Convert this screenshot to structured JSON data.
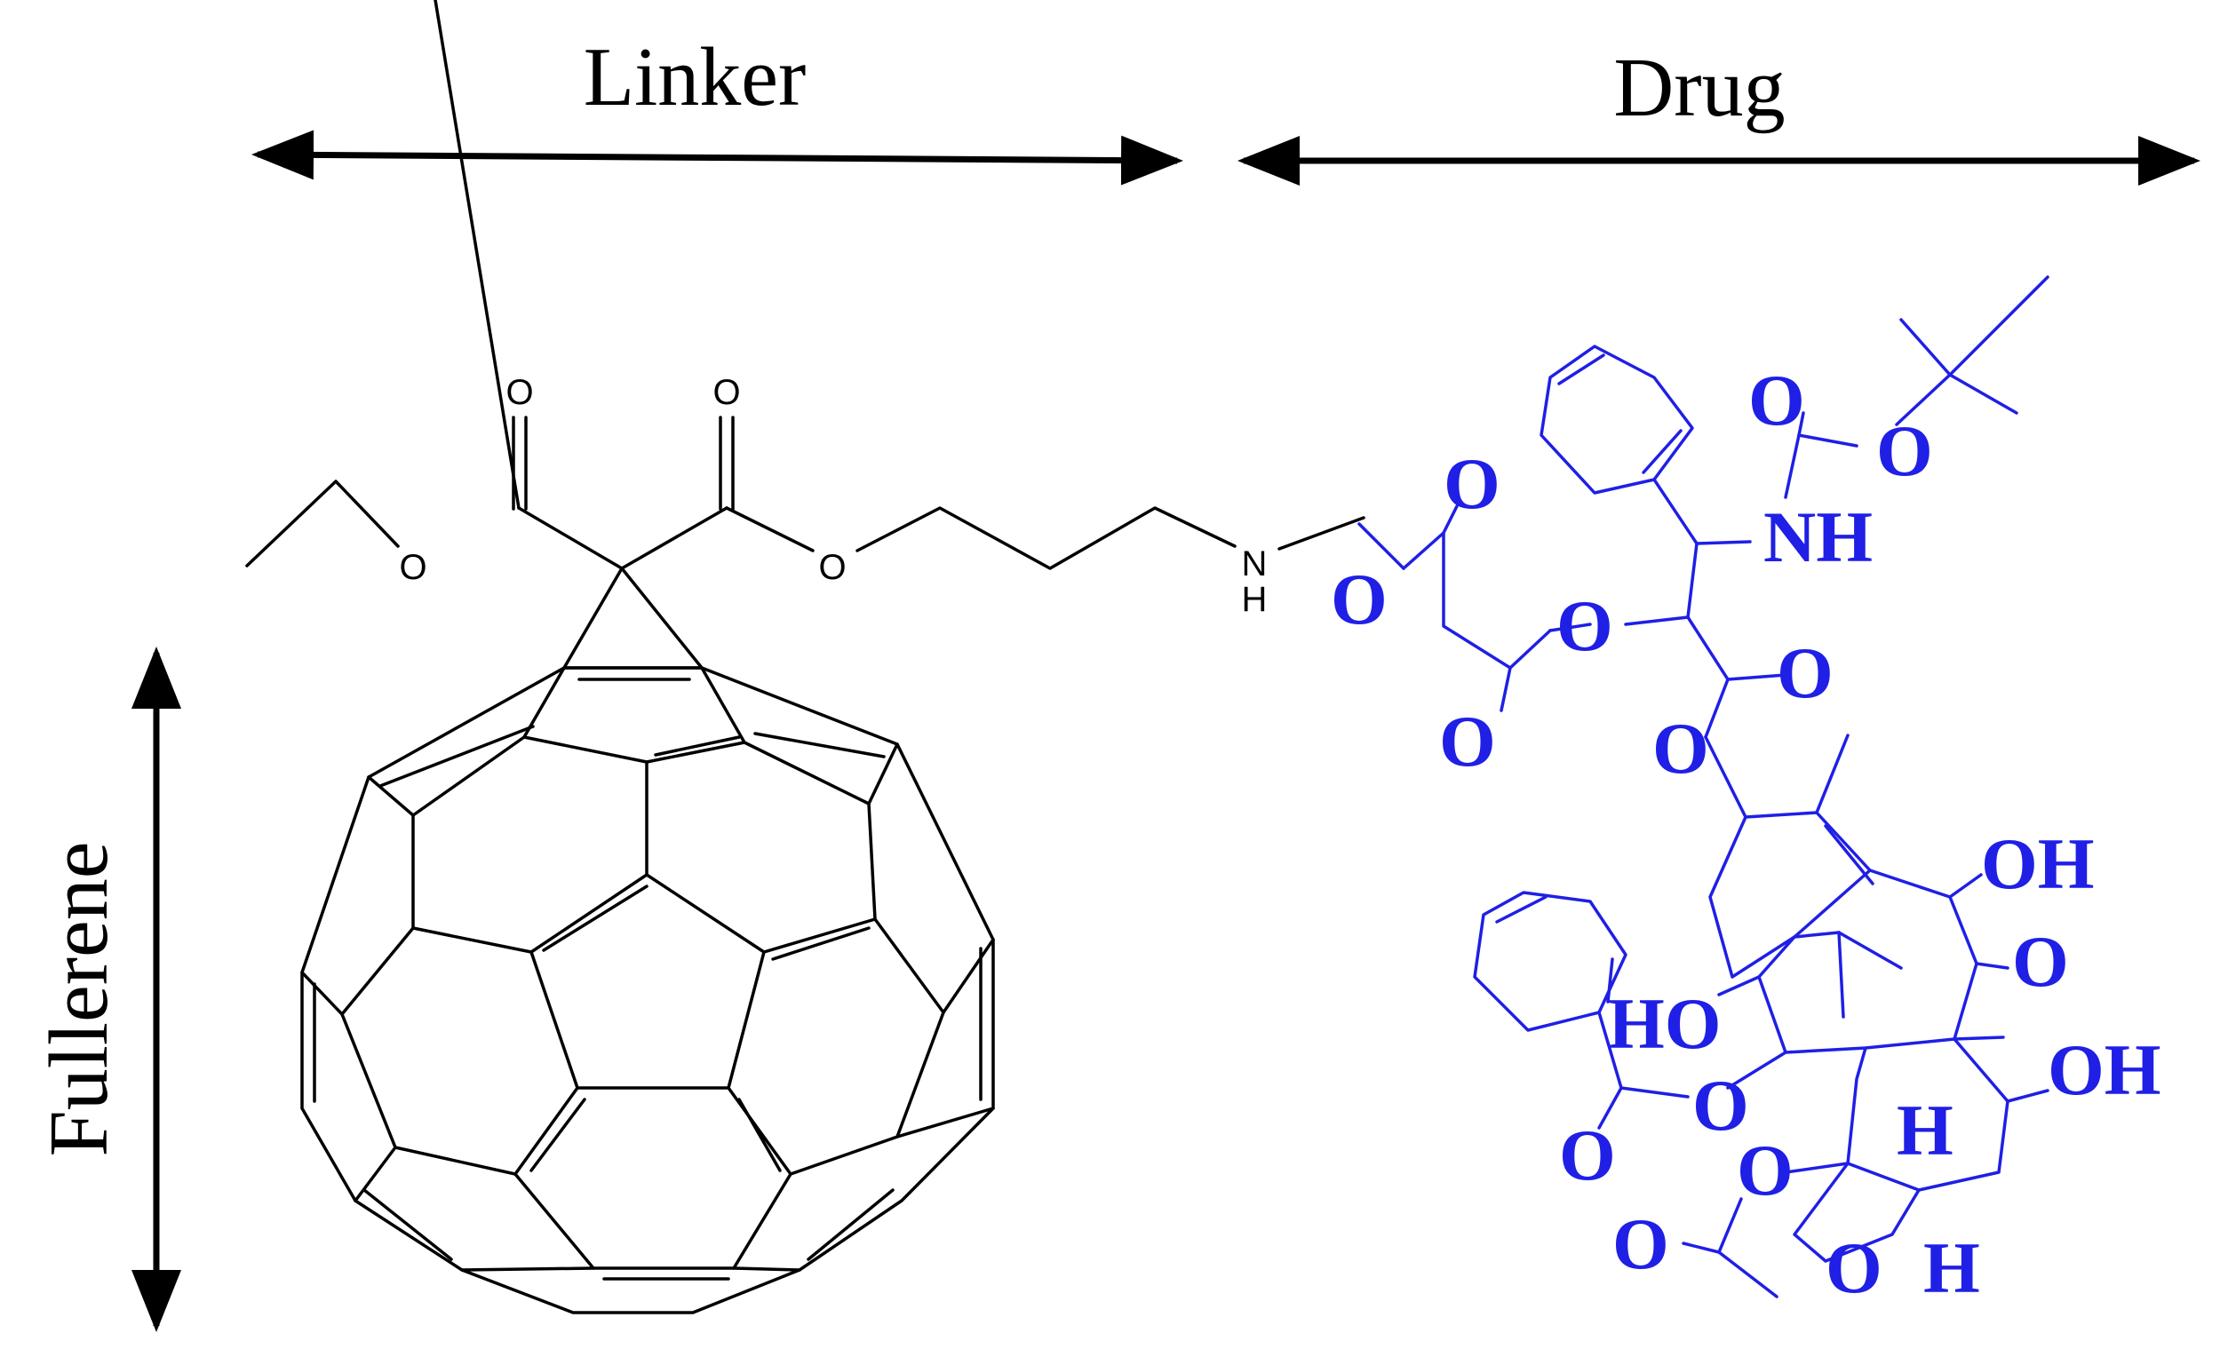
{
  "labels": {
    "linker": "Linker",
    "drug": "Drug",
    "fullerene": "Fullerene"
  },
  "linker_atoms": {
    "o1": "O",
    "o2": "O",
    "o3": "O",
    "o4": "O",
    "n": "N",
    "h": "H"
  },
  "drug_atoms": {
    "nh": "NH",
    "o_boc_carbonyl": "O",
    "o_boc_ester": "O",
    "o_succ_a": "O",
    "o_succ_b": "O",
    "o_succ_c": "O",
    "o_succ_d": "O",
    "o_ester_carbonyl": "O",
    "o_ester_link": "O",
    "oh_top": "OH",
    "o_ketone": "O",
    "ho_left": "HO",
    "oh_right": "OH",
    "o_benzoate_link": "O",
    "o_benzoate_carbonyl": "O",
    "h_mid": "H",
    "o_acetate_link": "O",
    "o_acetate_carbonyl": "O",
    "o_oxetane": "O",
    "h_bottom": "H"
  },
  "colors": {
    "drug": "#1f1fe6",
    "linker": "#000000"
  }
}
